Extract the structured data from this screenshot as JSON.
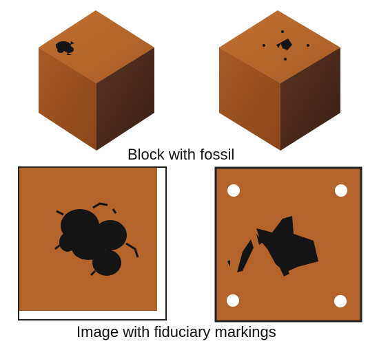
{
  "captions": {
    "top": "Block with fossil",
    "bottom": "Image with fiduciary markings"
  },
  "panels": [
    {
      "id": "cube-left",
      "depicts": "cube-with-fossil-on-top"
    },
    {
      "id": "cube-right",
      "depicts": "cube-with-fragments-and-fiducial-dots"
    },
    {
      "id": "image-left",
      "depicts": "top-face-image-with-fossil"
    },
    {
      "id": "image-right",
      "depicts": "top-face-image-with-fiducial-markings"
    }
  ],
  "colors": {
    "block_top": "#b5652a",
    "block_left": "#9a4f20",
    "block_right": "#4a2a18",
    "panel": "#b4632a",
    "fossil": "#141414",
    "frame": "#222222",
    "marker": "#ffffff"
  }
}
